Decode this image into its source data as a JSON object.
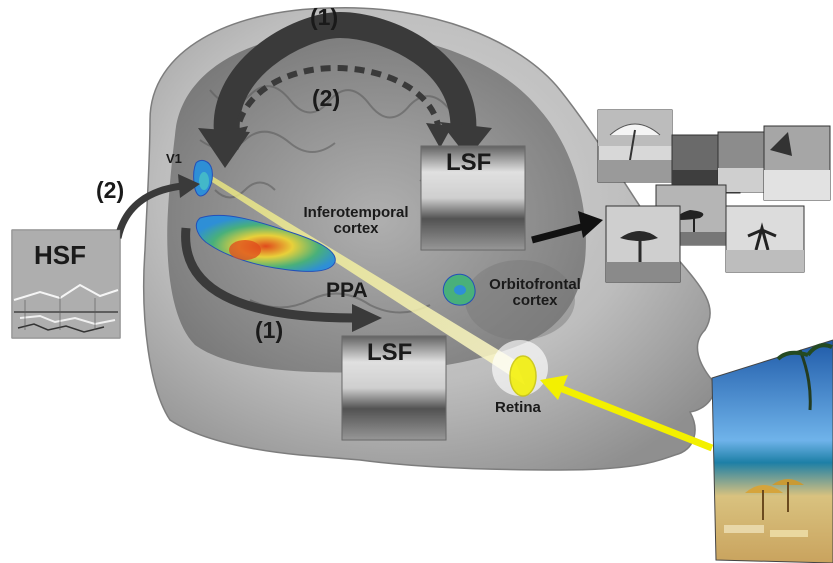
{
  "labels": {
    "step_top_1": "(1)",
    "step_top_2": "(2)",
    "step_left_2": "(2)",
    "step_bottom_1": "(1)",
    "v1": "V1",
    "hsf": "HSF",
    "lsf_top": "LSF",
    "lsf_bottom": "LSF",
    "inferotemporal": "Inferotemporal cortex",
    "ppa": "PPA",
    "orbitofrontal": "Orbitofrontal cortex",
    "retina": "Retina"
  },
  "colors": {
    "arrow_dark": "#3a3a3a",
    "light_beam": "#f3f000",
    "activation_hot": "#e04a1c",
    "activation_mid": "#e8d03a",
    "activation_cool": "#2e8fd6"
  }
}
